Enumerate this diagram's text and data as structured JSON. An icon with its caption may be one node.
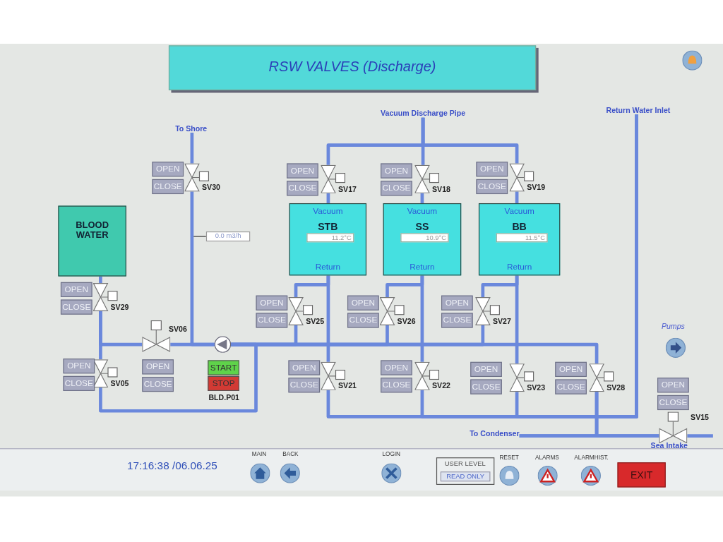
{
  "diagram": {
    "title": "RSW VALVES (Discharge)",
    "nodes": [
      {
        "text": [
          "To Shore"
        ]
      },
      {
        "text": [
          "Vacuum Discharge Pipe"
        ]
      },
      {
        "text": [
          "Return Water Inlet"
        ]
      },
      {
        "text": [
          "SV30"
        ],
        "beside": [
          "OPEN",
          "CLOSE"
        ]
      },
      {
        "text": [
          "SV17"
        ],
        "beside": [
          "OPEN",
          "CLOSE"
        ]
      },
      {
        "text": [
          "SV18"
        ],
        "beside": [
          "OPEN",
          "CLOSE"
        ]
      },
      {
        "text": [
          "SV19"
        ],
        "beside": [
          "OPEN",
          "CLOSE"
        ]
      },
      {
        "text": [
          "BLOOD WATER"
        ]
      },
      {
        "text": [
          "Vacuum",
          "STB",
          "11.2°C",
          "Return"
        ]
      },
      {
        "text": [
          "Vacuum",
          "SS",
          "10.9°C",
          "Return"
        ]
      },
      {
        "text": [
          "Vacuum",
          "BB",
          "11.5°C",
          "Return"
        ]
      },
      {
        "text": [
          "SV29"
        ],
        "beside": [
          "OPEN",
          "CLOSE"
        ]
      },
      {
        "text": [
          "SV25"
        ],
        "beside": [
          "OPEN",
          "CLOSE"
        ]
      },
      {
        "text": [
          "SV26"
        ],
        "beside": [
          "OPEN",
          "CLOSE"
        ]
      },
      {
        "text": [
          "SV27"
        ],
        "beside": [
          "OPEN",
          "CLOSE"
        ]
      },
      {
        "text": [
          "SV06"
        ],
        "beside": [
          "OPEN",
          "CLOSE"
        ]
      },
      {
        "text": [],
        "shape": "circle",
        "beside": [
          "START",
          "STOP",
          "BLD.P01"
        ]
      },
      {
        "text": [
          "SV05"
        ],
        "beside": [
          "OPEN",
          "CLOSE"
        ]
      },
      {
        "text": [
          "SV21"
        ],
        "beside": [
          "OPEN",
          "CLOSE"
        ]
      },
      {
        "text": [
          "SV22"
        ],
        "beside": [
          "OPEN",
          "CLOSE"
        ]
      },
      {
        "text": [
          "SV23"
        ],
        "beside": [
          "OPEN",
          "CLOSE"
        ]
      },
      {
        "text": [
          "SV28"
        ],
        "beside": [
          "OPEN",
          "CLOSE"
        ]
      },
      {
        "text": [
          "SV15"
        ],
        "beside": [
          "OPEN",
          "CLOSE"
        ]
      },
      {
        "text": [
          "To Condenser"
        ]
      },
      {
        "text": [
          "0.0 m3/h"
        ]
      }
    ],
    "edges": [
      {
        "from": 0,
        "to": 3,
        "arrow": "none"
      },
      {
        "from": 1,
        "to": 4,
        "arrow": "none"
      },
      {
        "from": 1,
        "to": 5,
        "arrow": "none"
      },
      {
        "from": 1,
        "to": 6,
        "arrow": "none"
      },
      {
        "from": 4,
        "to": 8,
        "arrow": "none"
      },
      {
        "from": 5,
        "to": 9,
        "arrow": "none"
      },
      {
        "from": 6,
        "to": 10,
        "arrow": "none"
      },
      {
        "from": 3,
        "to": 16,
        "arrow": "none"
      },
      {
        "from": 7,
        "to": 11,
        "arrow": "none"
      },
      {
        "from": 11,
        "to": 15,
        "arrow": "none"
      },
      {
        "from": 11,
        "to": 17,
        "arrow": "none"
      },
      {
        "from": 15,
        "to": 16,
        "arrow": "none"
      },
      {
        "from": 16,
        "to": 12,
        "arrow": "none"
      },
      {
        "from": 16,
        "to": 13,
        "arrow": "none"
      },
      {
        "from": 16,
        "to": 14,
        "arrow": "none"
      },
      {
        "from": 16,
        "to": 21,
        "arrow": "none"
      },
      {
        "from": 17,
        "to": 16,
        "arrow": "none"
      },
      {
        "from": 8,
        "to": 12,
        "arrow": "none"
      },
      {
        "from": 8,
        "to": 18,
        "arrow": "none"
      },
      {
        "from": 9,
        "to": 13,
        "arrow": "none"
      },
      {
        "from": 9,
        "to": 19,
        "arrow": "none"
      },
      {
        "from": 10,
        "to": 14,
        "arrow": "none"
      },
      {
        "from": 10,
        "to": 20,
        "arrow": "none"
      },
      {
        "from": 18,
        "to": 2,
        "arrow": "none"
      },
      {
        "from": 19,
        "to": 2,
        "arrow": "none"
      },
      {
        "from": 20,
        "to": 2,
        "arrow": "none"
      },
      {
        "from": 21,
        "to": 23,
        "arrow": "none"
      },
      {
        "from": 21,
        "to": 22,
        "arrow": "none"
      },
      {
        "from": 23,
        "to": 22,
        "arrow": "none"
      },
      {
        "from": 22,
        "to": null,
        "arrow": "none"
      },
      {
        "from": 24,
        "to": null,
        "arrow": "none",
        "color": "#333333"
      }
    ],
    "labels": [
      "Pumps",
      "Sea Intake",
      "17:16:38 /06.06.25",
      "MAIN",
      "BACK",
      "LOGIN",
      "USER LEVEL",
      "READ ONLY",
      "RESET",
      "ALARMS",
      "ALARMHIST.",
      "EXIT"
    ]
  }
}
